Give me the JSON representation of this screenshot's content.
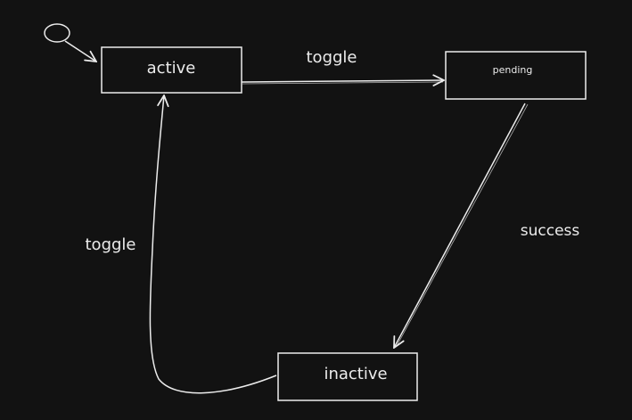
{
  "states": {
    "active": "active",
    "pending": "pending",
    "inactive": "inactive"
  },
  "transitions": {
    "active_to_pending": "toggle",
    "pending_to_inactive": "success",
    "inactive_to_active": "toggle"
  },
  "colors": {
    "background": "#121212",
    "stroke": "#ececec"
  }
}
